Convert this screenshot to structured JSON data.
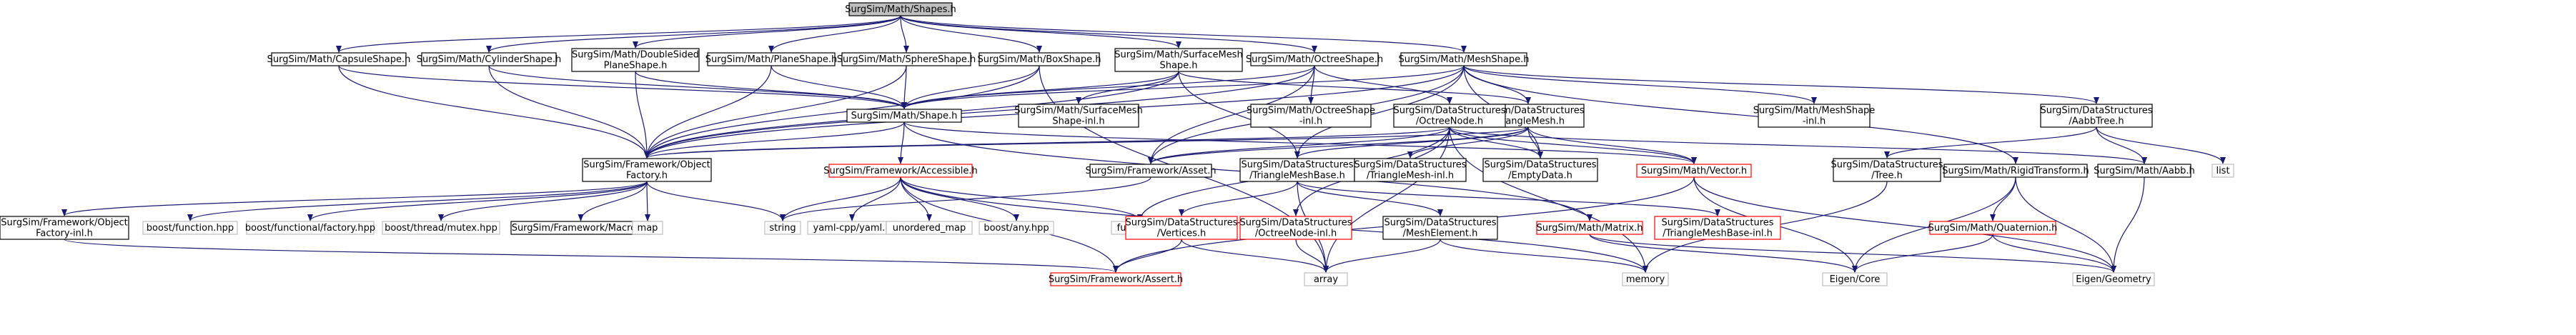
{
  "colors": {
    "edge": "#191970",
    "node_fill": "#ffffff",
    "root_fill": "#bfbfbf",
    "border_black": "#000000",
    "border_gray": "#bfbfbf",
    "border_red": "#ff0000",
    "text": "#000000"
  },
  "nodes": [
    {
      "id": "shapes",
      "lines": [
        "SurgSim/Math/Shapes.h"
      ],
      "style": "root"
    },
    {
      "id": "capsule",
      "lines": [
        "SurgSim/Math/CapsuleShape.h"
      ],
      "style": "black"
    },
    {
      "id": "cylinder",
      "lines": [
        "SurgSim/Math/CylinderShape.h"
      ],
      "style": "black"
    },
    {
      "id": "doublesided",
      "lines": [
        "SurgSim/Math/DoubleSided",
        "PlaneShape.h"
      ],
      "style": "black"
    },
    {
      "id": "plane",
      "lines": [
        "SurgSim/Math/PlaneShape.h"
      ],
      "style": "black"
    },
    {
      "id": "sphere",
      "lines": [
        "SurgSim/Math/SphereShape.h"
      ],
      "style": "black"
    },
    {
      "id": "box",
      "lines": [
        "SurgSim/Math/BoxShape.h"
      ],
      "style": "black"
    },
    {
      "id": "surfacemesh",
      "lines": [
        "SurgSim/Math/SurfaceMesh",
        "Shape.h"
      ],
      "style": "black"
    },
    {
      "id": "octreeshape",
      "lines": [
        "SurgSim/Math/OctreeShape.h"
      ],
      "style": "black"
    },
    {
      "id": "meshshape",
      "lines": [
        "SurgSim/Math/MeshShape.h"
      ],
      "style": "black"
    },
    {
      "id": "shape",
      "lines": [
        "SurgSim/Math/Shape.h"
      ],
      "style": "black"
    },
    {
      "id": "surfacemeshinl",
      "lines": [
        "SurgSim/Math/SurfaceMesh",
        "Shape-inl.h"
      ],
      "style": "black"
    },
    {
      "id": "octreeshapeinl",
      "lines": [
        "SurgSim/Math/OctreeShape",
        "-inl.h"
      ],
      "style": "black"
    },
    {
      "id": "trianglemesh",
      "lines": [
        "SurgSim/DataStructures",
        "/TriangleMesh.h"
      ],
      "style": "black"
    },
    {
      "id": "octreenode",
      "lines": [
        "SurgSim/DataStructures",
        "/OctreeNode.h"
      ],
      "style": "black"
    },
    {
      "id": "meshshapeinl",
      "lines": [
        "SurgSim/Math/MeshShape",
        "-inl.h"
      ],
      "style": "black"
    },
    {
      "id": "aabbtree",
      "lines": [
        "SurgSim/DataStructures",
        "/AabbTree.h"
      ],
      "style": "black"
    },
    {
      "id": "objectfactory",
      "lines": [
        "SurgSim/Framework/Object",
        "Factory.h"
      ],
      "style": "black"
    },
    {
      "id": "accessible",
      "lines": [
        "SurgSim/Framework/Accessible.h"
      ],
      "style": "red"
    },
    {
      "id": "frameworkasset",
      "lines": [
        "SurgSim/Framework/Asset.h"
      ],
      "style": "black"
    },
    {
      "id": "trianglemeshbase",
      "lines": [
        "SurgSim/DataStructures",
        "/TriangleMeshBase.h"
      ],
      "style": "black"
    },
    {
      "id": "trianglemeshinl",
      "lines": [
        "SurgSim/DataStructures",
        "/TriangleMesh-inl.h"
      ],
      "style": "black"
    },
    {
      "id": "emptydata",
      "lines": [
        "SurgSim/DataStructures",
        "/EmptyData.h"
      ],
      "style": "black"
    },
    {
      "id": "vector",
      "lines": [
        "SurgSim/Math/Vector.h"
      ],
      "style": "red"
    },
    {
      "id": "tree",
      "lines": [
        "SurgSim/DataStructures",
        "/Tree.h"
      ],
      "style": "black"
    },
    {
      "id": "rigidtransform",
      "lines": [
        "SurgSim/Math/RigidTransform.h"
      ],
      "style": "black"
    },
    {
      "id": "aabb",
      "lines": [
        "SurgSim/Math/Aabb.h"
      ],
      "style": "black"
    },
    {
      "id": "list",
      "lines": [
        "list"
      ],
      "style": "gray"
    },
    {
      "id": "objectfactoryinl",
      "lines": [
        "SurgSim/Framework/Object",
        "Factory-inl.h"
      ],
      "style": "black"
    },
    {
      "id": "boostfunction",
      "lines": [
        "boost/function.hpp"
      ],
      "style": "gray"
    },
    {
      "id": "boostfactory",
      "lines": [
        "boost/functional/factory.hpp"
      ],
      "style": "gray"
    },
    {
      "id": "boostmutex",
      "lines": [
        "boost/thread/mutex.hpp"
      ],
      "style": "gray"
    },
    {
      "id": "macros",
      "lines": [
        "SurgSim/Framework/Macros.h"
      ],
      "style": "black"
    },
    {
      "id": "map",
      "lines": [
        "map"
      ],
      "style": "gray"
    },
    {
      "id": "string",
      "lines": [
        "string"
      ],
      "style": "gray"
    },
    {
      "id": "yaml",
      "lines": [
        "yaml-cpp/yaml.h"
      ],
      "style": "gray"
    },
    {
      "id": "unorderedmap",
      "lines": [
        "unordered_map"
      ],
      "style": "gray"
    },
    {
      "id": "boostany",
      "lines": [
        "boost/any.hpp"
      ],
      "style": "gray"
    },
    {
      "id": "functional",
      "lines": [
        "functional"
      ],
      "style": "gray"
    },
    {
      "id": "vertices",
      "lines": [
        "SurgSim/DataStructures",
        "/Vertices.h"
      ],
      "style": "red"
    },
    {
      "id": "octreenodeinl",
      "lines": [
        "SurgSim/DataStructures",
        "/OctreeNode-inl.h"
      ],
      "style": "red"
    },
    {
      "id": "meshelement",
      "lines": [
        "SurgSim/DataStructures",
        "/MeshElement.h"
      ],
      "style": "black"
    },
    {
      "id": "matrix",
      "lines": [
        "SurgSim/Math/Matrix.h"
      ],
      "style": "red"
    },
    {
      "id": "trianglemeshbaseinl",
      "lines": [
        "SurgSim/DataStructures",
        "/TriangleMeshBase-inl.h"
      ],
      "style": "red"
    },
    {
      "id": "quaternion",
      "lines": [
        "SurgSim/Math/Quaternion.h"
      ],
      "style": "red"
    },
    {
      "id": "frameworkassert",
      "lines": [
        "SurgSim/Framework/Assert.h"
      ],
      "style": "red"
    },
    {
      "id": "array",
      "lines": [
        "array"
      ],
      "style": "gray"
    },
    {
      "id": "memory",
      "lines": [
        "memory"
      ],
      "style": "gray"
    },
    {
      "id": "eigencore",
      "lines": [
        "Eigen/Core"
      ],
      "style": "gray"
    },
    {
      "id": "eigengeometry",
      "lines": [
        "Eigen/Geometry"
      ],
      "style": "gray"
    }
  ],
  "edges": [
    [
      "shapes",
      "capsule"
    ],
    [
      "shapes",
      "cylinder"
    ],
    [
      "shapes",
      "doublesided"
    ],
    [
      "shapes",
      "plane"
    ],
    [
      "shapes",
      "sphere"
    ],
    [
      "shapes",
      "box"
    ],
    [
      "shapes",
      "surfacemesh"
    ],
    [
      "shapes",
      "octreeshape"
    ],
    [
      "shapes",
      "meshshape"
    ],
    [
      "capsule",
      "shape"
    ],
    [
      "capsule",
      "objectfactory"
    ],
    [
      "cylinder",
      "shape"
    ],
    [
      "cylinder",
      "objectfactory"
    ],
    [
      "doublesided",
      "shape"
    ],
    [
      "doublesided",
      "objectfactory"
    ],
    [
      "plane",
      "shape"
    ],
    [
      "plane",
      "objectfactory"
    ],
    [
      "sphere",
      "shape"
    ],
    [
      "sphere",
      "objectfactory"
    ],
    [
      "box",
      "shape"
    ],
    [
      "box",
      "objectfactory"
    ],
    [
      "box",
      "array"
    ],
    [
      "surfacemesh",
      "shape"
    ],
    [
      "surfacemesh",
      "surfacemeshinl"
    ],
    [
      "surfacemesh",
      "trianglemesh"
    ],
    [
      "surfacemesh",
      "trianglemeshbase"
    ],
    [
      "surfacemesh",
      "objectfactory"
    ],
    [
      "octreeshape",
      "shape"
    ],
    [
      "octreeshape",
      "octreeshapeinl"
    ],
    [
      "octreeshape",
      "octreenode"
    ],
    [
      "octreeshape",
      "frameworkasset"
    ],
    [
      "octreeshape",
      "objectfactory"
    ],
    [
      "meshshape",
      "shape"
    ],
    [
      "meshshape",
      "trianglemesh"
    ],
    [
      "meshshape",
      "meshshapeinl"
    ],
    [
      "meshshape",
      "aabbtree"
    ],
    [
      "meshshape",
      "objectfactory"
    ],
    [
      "meshshape",
      "frameworkasset"
    ],
    [
      "meshshape",
      "trianglemeshbase"
    ],
    [
      "meshshape",
      "emptydata"
    ],
    [
      "meshshape",
      "rigidtransform"
    ],
    [
      "shape",
      "objectfactory"
    ],
    [
      "shape",
      "accessible"
    ],
    [
      "shape",
      "vector"
    ],
    [
      "shape",
      "matrix"
    ],
    [
      "trianglemesh",
      "frameworkasset"
    ],
    [
      "trianglemesh",
      "trianglemeshbase"
    ],
    [
      "trianglemesh",
      "trianglemeshinl"
    ],
    [
      "trianglemesh",
      "emptydata"
    ],
    [
      "trianglemesh",
      "vector"
    ],
    [
      "trianglemesh",
      "objectfactory"
    ],
    [
      "octreenode",
      "objectfactory"
    ],
    [
      "octreenode",
      "frameworkasset"
    ],
    [
      "octreenode",
      "octreenodeinl"
    ],
    [
      "octreenode",
      "emptydata"
    ],
    [
      "octreenode",
      "vector"
    ],
    [
      "octreenode",
      "aabb"
    ],
    [
      "octreenode",
      "array"
    ],
    [
      "octreenode",
      "memory"
    ],
    [
      "octreenode",
      "functional"
    ],
    [
      "aabbtree",
      "tree"
    ],
    [
      "aabbtree",
      "aabb"
    ],
    [
      "aabbtree",
      "list"
    ],
    [
      "objectfactory",
      "objectfactoryinl"
    ],
    [
      "objectfactory",
      "boostfunction"
    ],
    [
      "objectfactory",
      "boostfactory"
    ],
    [
      "objectfactory",
      "boostmutex"
    ],
    [
      "objectfactory",
      "macros"
    ],
    [
      "objectfactory",
      "map"
    ],
    [
      "objectfactory",
      "string"
    ],
    [
      "accessible",
      "yaml"
    ],
    [
      "accessible",
      "unorderedmap"
    ],
    [
      "accessible",
      "boostany"
    ],
    [
      "accessible",
      "functional"
    ],
    [
      "accessible",
      "string"
    ],
    [
      "accessible",
      "frameworkassert"
    ],
    [
      "accessible",
      "memory"
    ],
    [
      "frameworkasset",
      "string"
    ],
    [
      "trianglemeshbase",
      "vertices"
    ],
    [
      "trianglemeshbase",
      "meshelement"
    ],
    [
      "trianglemeshbase",
      "trianglemeshbaseinl"
    ],
    [
      "trianglemeshbase",
      "array"
    ],
    [
      "vector",
      "eigencore"
    ],
    [
      "vector",
      "eigengeometry"
    ],
    [
      "vector",
      "frameworkassert"
    ],
    [
      "tree",
      "memory"
    ],
    [
      "rigidtransform",
      "quaternion"
    ],
    [
      "rigidtransform",
      "eigencore"
    ],
    [
      "rigidtransform",
      "eigengeometry"
    ],
    [
      "aabb",
      "eigengeometry"
    ],
    [
      "objectfactoryinl",
      "frameworkassert"
    ],
    [
      "vertices",
      "frameworkassert"
    ],
    [
      "vertices",
      "array"
    ],
    [
      "octreenodeinl",
      "array"
    ],
    [
      "meshelement",
      "array"
    ],
    [
      "meshelement",
      "memory"
    ],
    [
      "matrix",
      "eigencore"
    ],
    [
      "matrix",
      "eigengeometry"
    ],
    [
      "quaternion",
      "eigencore"
    ],
    [
      "quaternion",
      "eigengeometry"
    ]
  ]
}
